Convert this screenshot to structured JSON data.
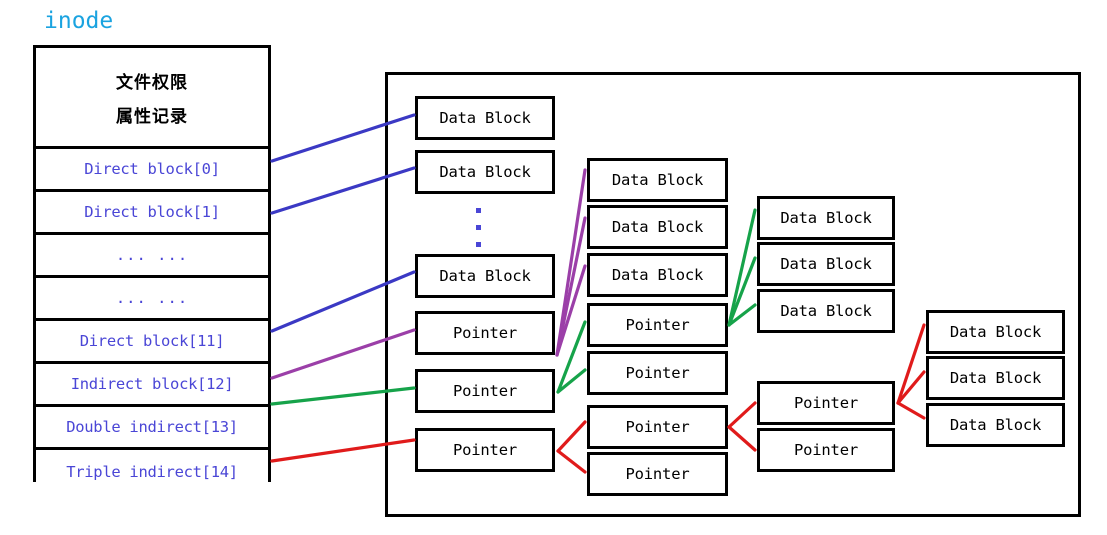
{
  "title": "inode",
  "title_color": "#1aa3e0",
  "colors": {
    "inode_text": "#4a46d6",
    "border": "#000000",
    "arrow_direct": "#3b39c4",
    "arrow_indirect": "#9b3fa8",
    "arrow_double": "#16a34a",
    "arrow_triple": "#e01b1b",
    "background": "#ffffff"
  },
  "inode": {
    "header": {
      "line1": "文件权限",
      "line2": "属性记录"
    },
    "slots": [
      {
        "label": "Direct block[0]",
        "kind": "direct"
      },
      {
        "label": "Direct block[1]",
        "kind": "direct"
      },
      {
        "label": "... ...",
        "kind": "ellipsis"
      },
      {
        "label": "... ...",
        "kind": "ellipsis"
      },
      {
        "label": "Direct block[11]",
        "kind": "direct"
      },
      {
        "label": "Indirect block[12]",
        "kind": "indirect"
      },
      {
        "label": "Double indirect[13]",
        "kind": "double"
      },
      {
        "label": "Triple indirect[14]",
        "kind": "triple"
      }
    ]
  },
  "labels": {
    "data_block": "Data Block",
    "pointer": "Pointer",
    "vertical_ellipsis": "⋮"
  },
  "columns": {
    "col1": [
      {
        "type": "data_block",
        "text": "Data Block"
      },
      {
        "type": "data_block",
        "text": "Data Block"
      },
      {
        "type": "vdots",
        "text": "⋮"
      },
      {
        "type": "data_block",
        "text": "Data Block"
      },
      {
        "type": "pointer",
        "text": "Pointer"
      },
      {
        "type": "pointer",
        "text": "Pointer"
      },
      {
        "type": "pointer",
        "text": "Pointer"
      }
    ],
    "col2": [
      {
        "type": "data_block",
        "text": "Data Block"
      },
      {
        "type": "data_block",
        "text": "Data Block"
      },
      {
        "type": "data_block",
        "text": "Data Block"
      },
      {
        "type": "pointer",
        "text": "Pointer"
      },
      {
        "type": "pointer",
        "text": "Pointer"
      },
      {
        "type": "pointer",
        "text": "Pointer"
      },
      {
        "type": "pointer",
        "text": "Pointer"
      }
    ],
    "col3": [
      {
        "type": "data_block",
        "text": "Data Block"
      },
      {
        "type": "data_block",
        "text": "Data Block"
      },
      {
        "type": "data_block",
        "text": "Data Block"
      },
      {
        "type": "pointer",
        "text": "Pointer"
      },
      {
        "type": "pointer",
        "text": "Pointer"
      }
    ],
    "col4": [
      {
        "type": "data_block",
        "text": "Data Block"
      },
      {
        "type": "data_block",
        "text": "Data Block"
      },
      {
        "type": "data_block",
        "text": "Data Block"
      }
    ]
  }
}
